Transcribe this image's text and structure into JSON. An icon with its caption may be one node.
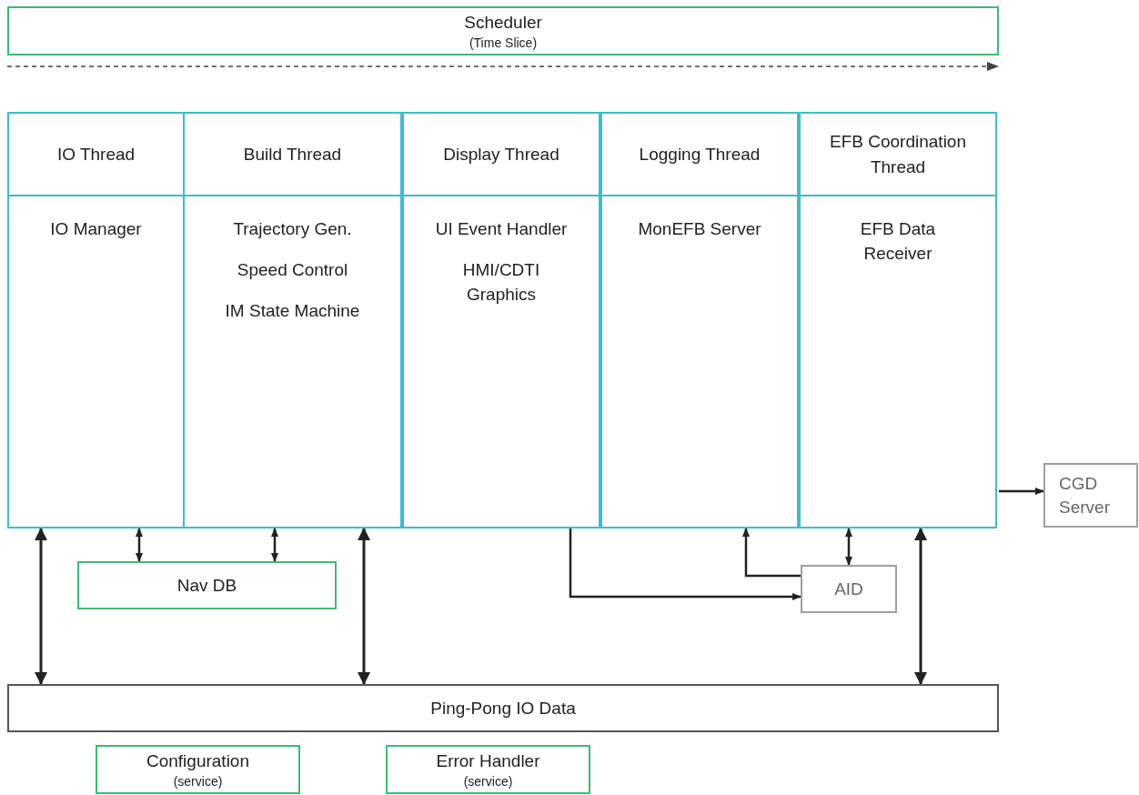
{
  "diagram": {
    "nodes": [
      {
        "text": [
          "Scheduler",
          "(Time Slice)"
        ]
      },
      {
        "text": [
          "IO Thread",
          "IO Manager"
        ]
      },
      {
        "text": [
          "Build Thread",
          "Trajectory Gen.",
          "Speed Control",
          "IM State Machine"
        ]
      },
      {
        "text": [
          "Display Thread",
          "UI Event Handler",
          "HMI/CDTI Graphics"
        ]
      },
      {
        "text": [
          "Logging Thread",
          "MonEFB Server"
        ]
      },
      {
        "text": [
          "EFB Coordination Thread",
          "EFB Data Receiver"
        ]
      },
      {
        "text": [
          "CGD Server"
        ]
      },
      {
        "text": [
          "Nav DB"
        ]
      },
      {
        "text": [
          "AID"
        ]
      },
      {
        "text": [
          "Ping-Pong IO Data"
        ]
      },
      {
        "text": [
          "Configuration",
          "(service)"
        ]
      },
      {
        "text": [
          "Error Handler",
          "(service)"
        ]
      }
    ],
    "edges": [
      {
        "from": 1,
        "to": 7,
        "arrow": "both"
      },
      {
        "from": 2,
        "to": 7,
        "arrow": "both"
      },
      {
        "from": 1,
        "to": 9,
        "arrow": "both"
      },
      {
        "from": 2,
        "to": 9,
        "arrow": "both"
      },
      {
        "from": 3,
        "to": 8,
        "arrow": "to"
      },
      {
        "from": 8,
        "to": 4,
        "arrow": "to"
      },
      {
        "from": 5,
        "to": 8,
        "arrow": "both"
      },
      {
        "from": 5,
        "to": 9,
        "arrow": "both"
      },
      {
        "from": 5,
        "to": 6,
        "arrow": "to"
      }
    ]
  }
}
